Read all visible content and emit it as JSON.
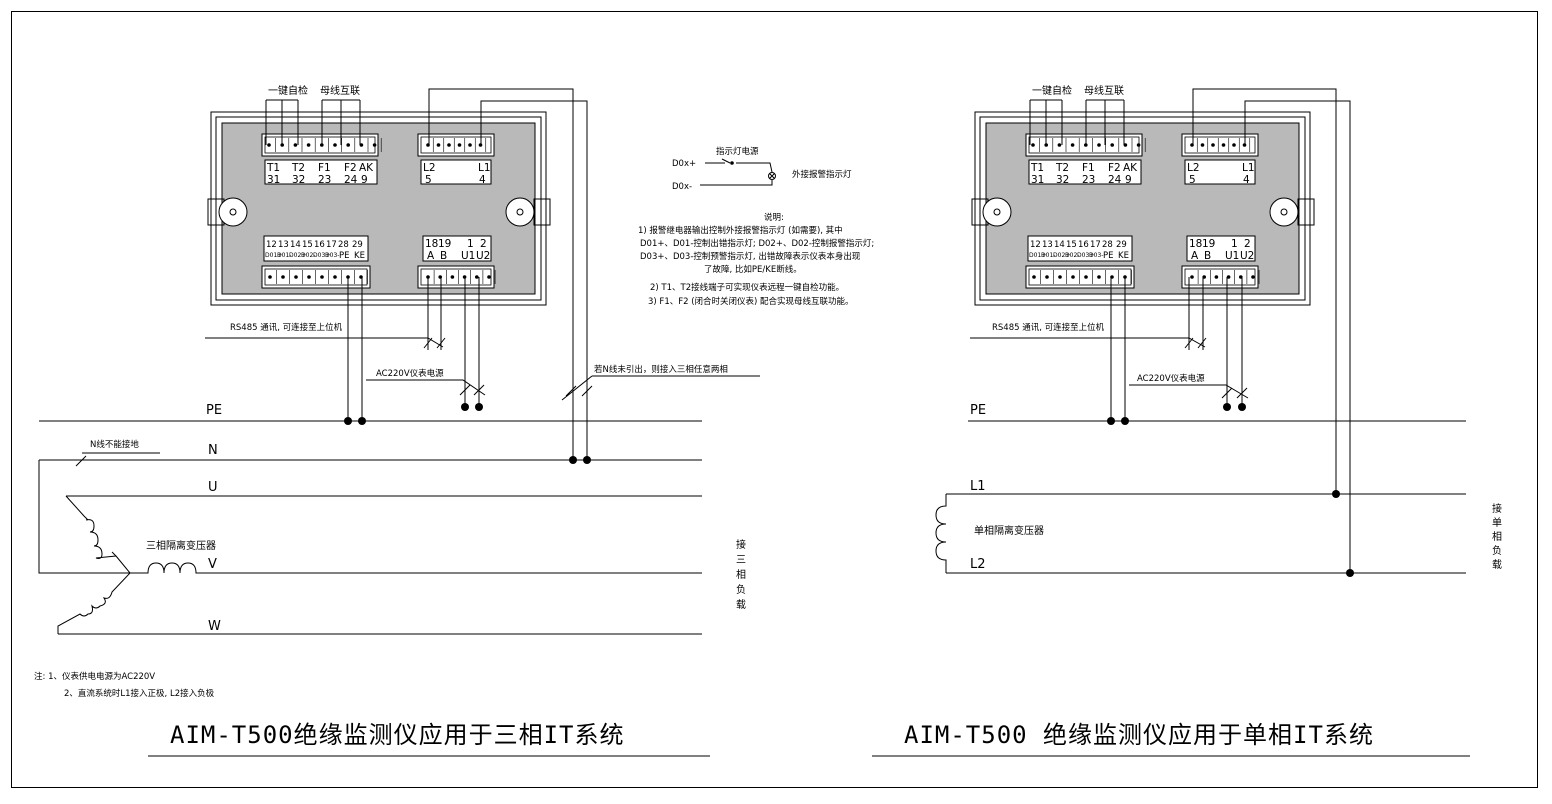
{
  "left": {
    "title": "AIM-T500绝缘监测仪应用于三相IT系统",
    "top_labels": {
      "self_check": "一键自检",
      "bus_link": "母线互联"
    },
    "terminals_top_left": {
      "names": [
        "T1",
        "T2",
        "F1",
        "F2",
        "AK"
      ],
      "nums": [
        "31",
        "32",
        "23",
        "24",
        "9"
      ]
    },
    "terminals_top_right": {
      "names": [
        "L2",
        "L1"
      ],
      "nums": [
        "5",
        "4"
      ]
    },
    "terminals_bot_left": {
      "nums": [
        "12",
        "13",
        "14",
        "15",
        "16",
        "17",
        "28",
        "29"
      ],
      "small": [
        "D01+",
        "D01-",
        "D02+",
        "D02-",
        "D03+",
        "D03-"
      ],
      "names": [
        "PE",
        "KE"
      ]
    },
    "terminals_bot_right": {
      "nums": [
        "18",
        "19",
        "1",
        "2"
      ],
      "names": [
        "A",
        "B",
        "U1",
        "U2"
      ]
    },
    "rs485": "RS485 通讯, 可连接至上位机",
    "ac220": "AC220V仪表电源",
    "n_note": "若N线未引出，则接入三相任意两相",
    "n_ground": "N线不能接地",
    "transformer": "三相隔离变压器",
    "buses": [
      "PE",
      "N",
      "U",
      "V",
      "W"
    ],
    "load": [
      "接",
      "三",
      "相",
      "负",
      "载"
    ]
  },
  "middle": {
    "indicator_power": "指示灯电源",
    "dox_plus": "D0x+",
    "dox_minus": "D0x-",
    "ext_lamp": "外接报警指示灯",
    "explain_title": "说明:",
    "explain_lines": [
      "1) 报警继电器输出控制外接报警指示灯 (如需要), 其中",
      "D01+、D01-控制出错指示灯; D02+、D02-控制报警指示灯;",
      "D03+、D03-控制预警指示灯, 出错故障表示仪表本身出现",
      "了故障, 比如PE/KE断线。",
      "2) T1、T2接线端子可实现仪表远程一键自检功能。",
      "3) F1、F2 (闭合时关闭仪表) 配合实现母线互联功能。"
    ]
  },
  "right": {
    "title": "AIM-T500 绝缘监测仪应用于单相IT系统",
    "top_labels": {
      "self_check": "一键自检",
      "bus_link": "母线互联"
    },
    "terminals_top_left": {
      "names": [
        "T1",
        "T2",
        "F1",
        "F2",
        "AK"
      ],
      "nums": [
        "31",
        "32",
        "23",
        "24",
        "9"
      ]
    },
    "terminals_top_right": {
      "names": [
        "L2",
        "L1"
      ],
      "nums": [
        "5",
        "4"
      ]
    },
    "terminals_bot_left": {
      "nums": [
        "12",
        "13",
        "14",
        "15",
        "16",
        "17",
        "28",
        "29"
      ],
      "small": [
        "D01+",
        "D01-",
        "D02+",
        "D02-",
        "D03+",
        "D03-"
      ],
      "names": [
        "PE",
        "KE"
      ]
    },
    "terminals_bot_right": {
      "nums": [
        "18",
        "19",
        "1",
        "2"
      ],
      "names": [
        "A",
        "B",
        "U1",
        "U2"
      ]
    },
    "rs485": "RS485 通讯, 可连接至上位机",
    "ac220": "AC220V仪表电源",
    "transformer": "单相隔离变压器",
    "buses": [
      "PE",
      "L1",
      "L2"
    ],
    "load": [
      "接",
      "单",
      "相",
      "负",
      "载"
    ]
  },
  "notes": {
    "line1": "注: 1、仪表供电电源为AC220V",
    "line2": "2、直流系统时L1接入正极, L2接入负极"
  }
}
